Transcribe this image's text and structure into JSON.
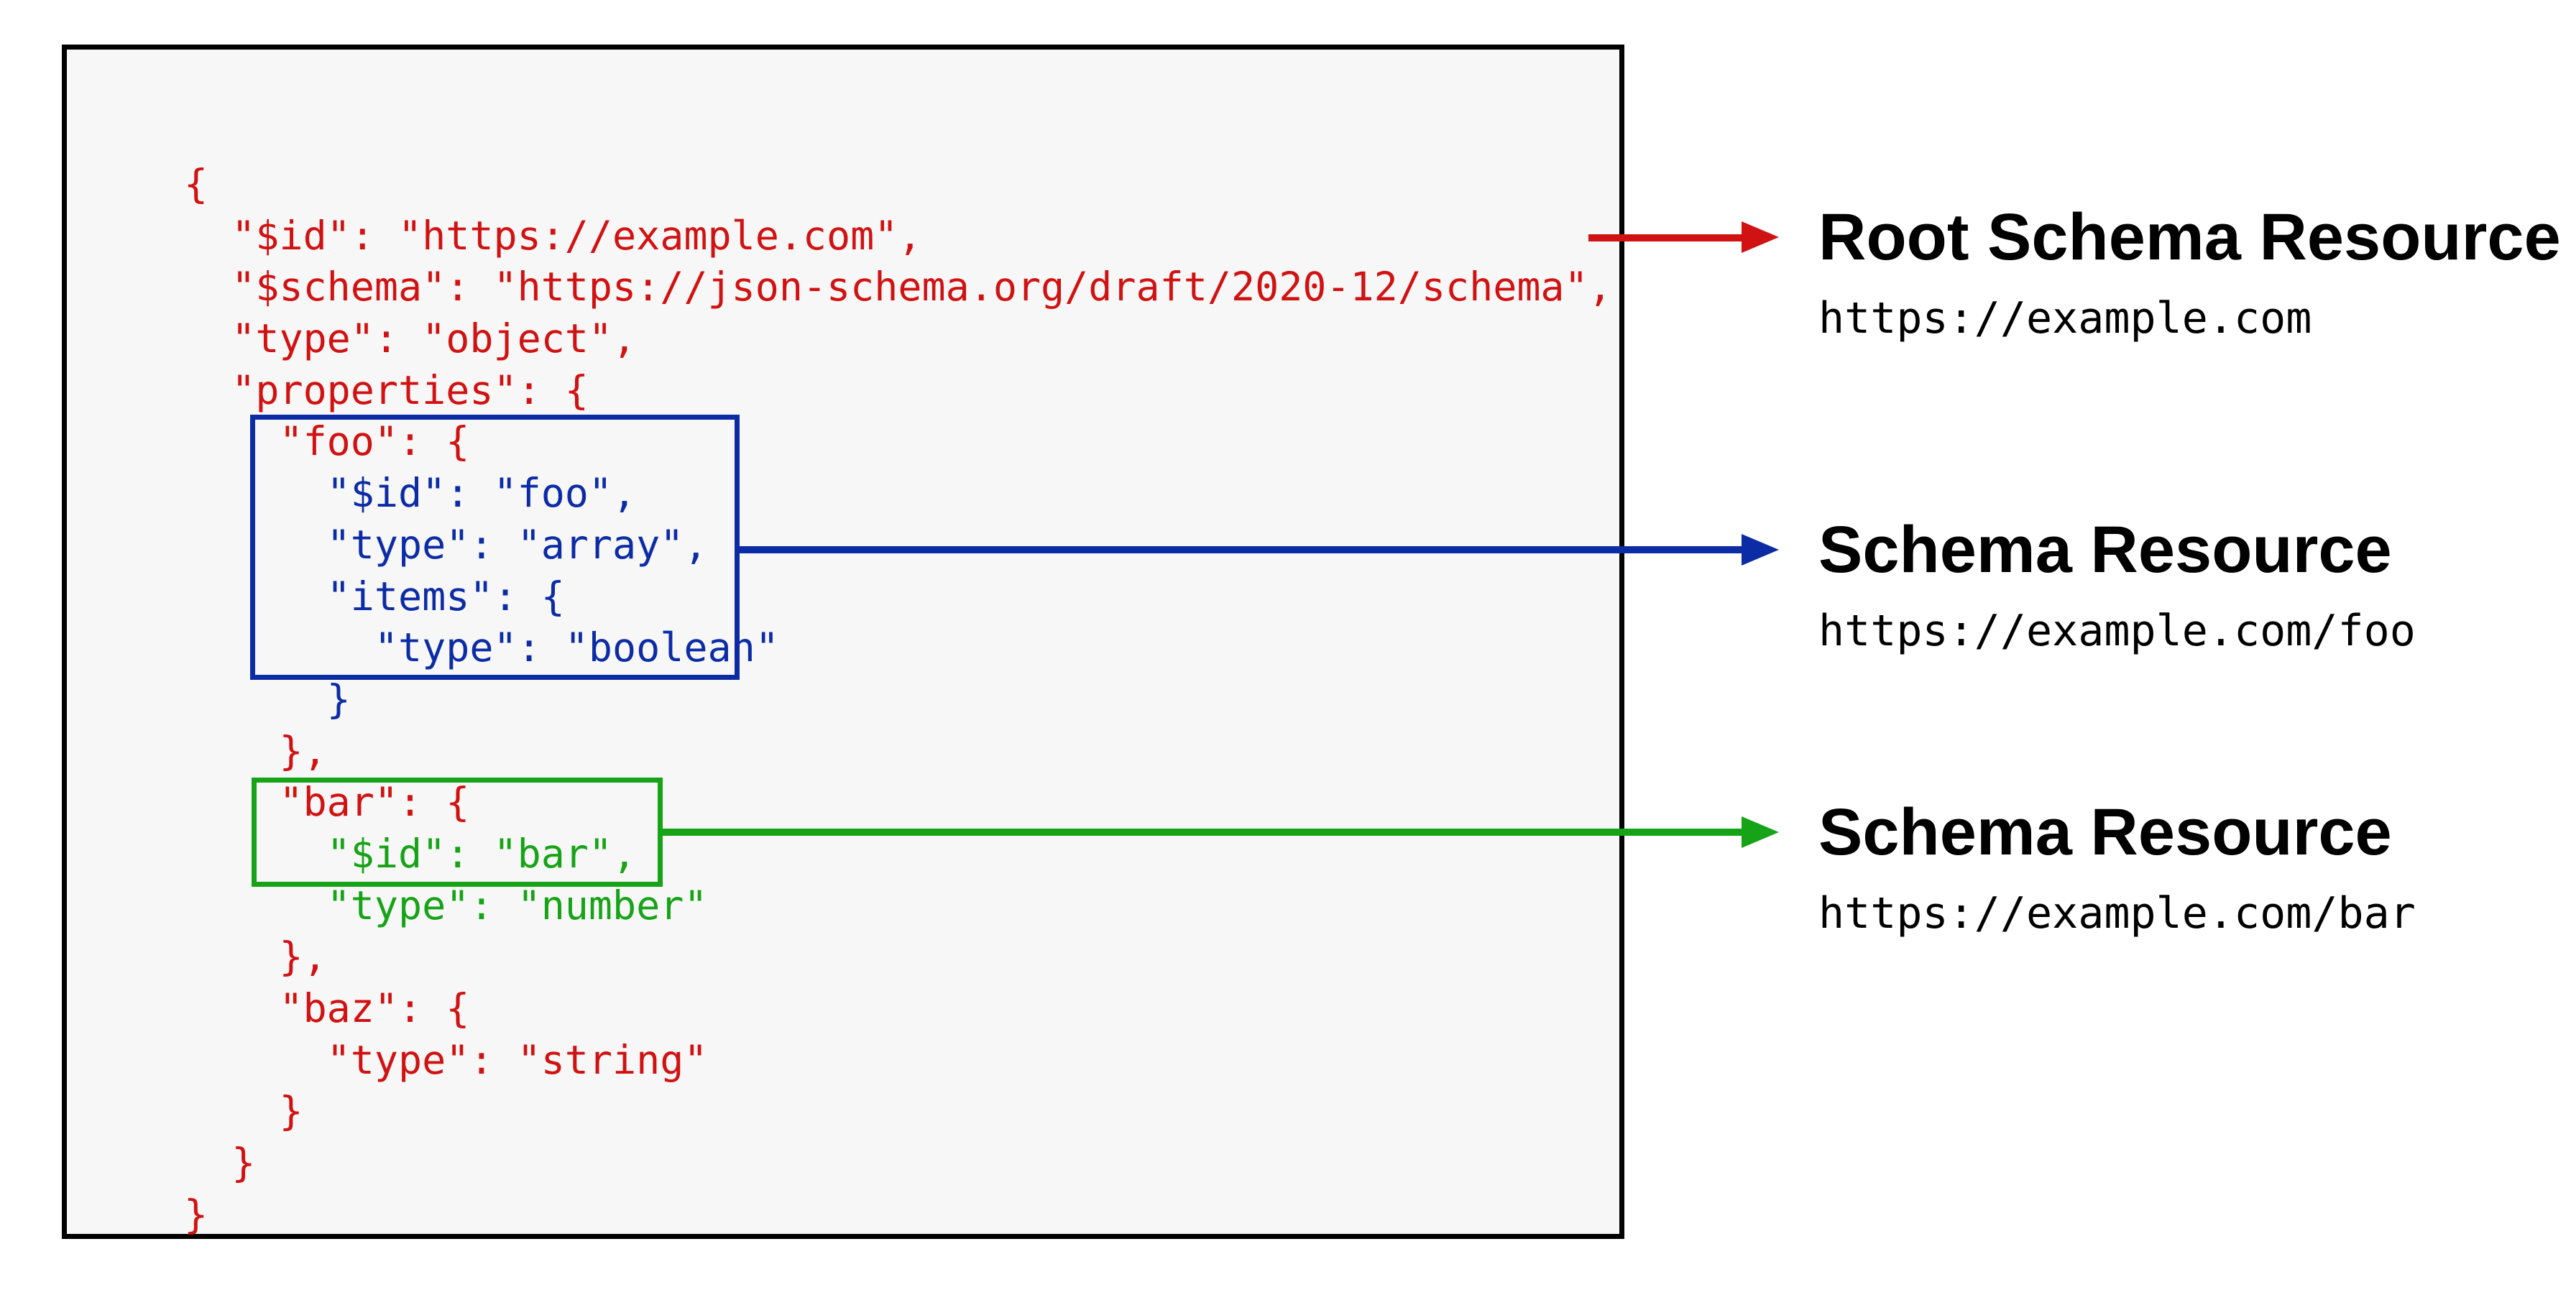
{
  "colors": {
    "red": "#d11212",
    "blue": "#0c2ca5",
    "green": "#17a317",
    "panel_bg": "#f7f7f7",
    "border": "#000000",
    "label_text": "#000000"
  },
  "code": {
    "lines": [
      {
        "text": "{",
        "color": "red"
      },
      {
        "text": "  \"$id\": \"https://example.com\",",
        "color": "red"
      },
      {
        "text": "  \"$schema\": \"https://json-schema.org/draft/2020-12/schema\",",
        "color": "red"
      },
      {
        "text": "  \"type\": \"object\",",
        "color": "red"
      },
      {
        "text": "  \"properties\": {",
        "color": "red"
      },
      {
        "text": "    \"foo\": {",
        "color": "red"
      },
      {
        "text": "      \"$id\": \"foo\",",
        "color": "blue"
      },
      {
        "text": "      \"type\": \"array\",",
        "color": "blue"
      },
      {
        "text": "      \"items\": {",
        "color": "blue"
      },
      {
        "text": "        \"type\": \"boolean\"",
        "color": "blue"
      },
      {
        "text": "      }",
        "color": "blue"
      },
      {
        "text": "    },",
        "color": "red"
      },
      {
        "text": "    \"bar\": {",
        "color": "red"
      },
      {
        "text": "      \"$id\": \"bar\",",
        "color": "green"
      },
      {
        "text": "      \"type\": \"number\"",
        "color": "green"
      },
      {
        "text": "    },",
        "color": "red"
      },
      {
        "text": "    \"baz\": {",
        "color": "red"
      },
      {
        "text": "      \"type\": \"string\"",
        "color": "red"
      },
      {
        "text": "    }",
        "color": "red"
      },
      {
        "text": "  }",
        "color": "red"
      },
      {
        "text": "}",
        "color": "red"
      }
    ]
  },
  "labels": [
    {
      "title": "Root Schema Resource",
      "url": "https://example.com"
    },
    {
      "title": "Schema Resource",
      "url": "https://example.com/foo"
    },
    {
      "title": "Schema Resource",
      "url": "https://example.com/bar"
    }
  ]
}
